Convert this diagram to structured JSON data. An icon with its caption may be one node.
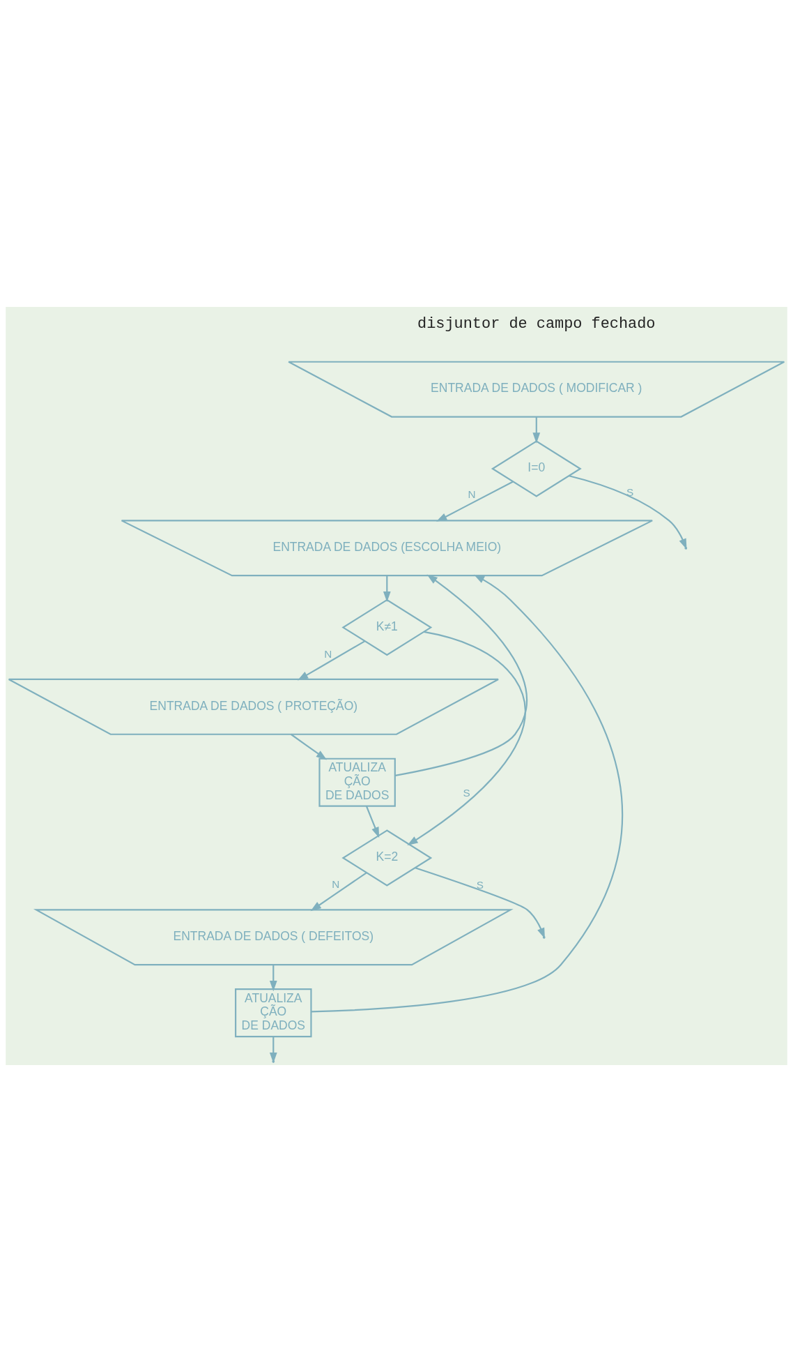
{
  "diagram": {
    "nodes": [
      {
        "text": [
          "ENTRADA DE DADOS ( MODIFICAR )"
        ]
      },
      {
        "text": [
          "I=0"
        ]
      },
      {
        "text": [
          "ENTRADA DE DADOS (ESCOLHA MEIO)"
        ]
      },
      {
        "text": [
          "K≠1"
        ]
      },
      {
        "text": [
          "ENTRADA DE DADOS ( PROTEÇÃO)"
        ]
      },
      {
        "text": [
          "ATUALIZA ÇÃO DE DADOS"
        ]
      },
      {
        "text": [
          "K=2"
        ]
      },
      {
        "text": [
          "ENTRADA DE DADOS ( DEFEITOS)"
        ]
      },
      {
        "text": [
          "ATUALIZA ÇÃO DE DADOS"
        ]
      }
    ],
    "edges": [
      {
        "from": 0,
        "to": 1,
        "arrow": "to"
      },
      {
        "from": 1,
        "to": 2,
        "arrow": "to",
        "label": "N"
      },
      {
        "from": 1,
        "to": null,
        "arrow": "to",
        "label": "S"
      },
      {
        "from": 2,
        "to": 3,
        "arrow": "to"
      },
      {
        "from": 3,
        "to": 4,
        "arrow": "to",
        "label": "N"
      },
      {
        "from": 3,
        "to": 6,
        "arrow": "to",
        "label": "S"
      },
      {
        "from": 4,
        "to": 5,
        "arrow": "to"
      },
      {
        "from": 5,
        "to": 6,
        "arrow": "to"
      },
      {
        "from": 5,
        "to": 2,
        "arrow": "to"
      },
      {
        "from": 6,
        "to": 7,
        "arrow": "to",
        "label": "N"
      },
      {
        "from": 6,
        "to": null,
        "arrow": "to",
        "label": "S"
      },
      {
        "from": 7,
        "to": 8,
        "arrow": "to"
      },
      {
        "from": 8,
        "to": 2,
        "arrow": "to"
      },
      {
        "from": 8,
        "to": null,
        "arrow": "to"
      }
    ],
    "labels": [
      "disjuntor de campo fechado"
    ]
  }
}
